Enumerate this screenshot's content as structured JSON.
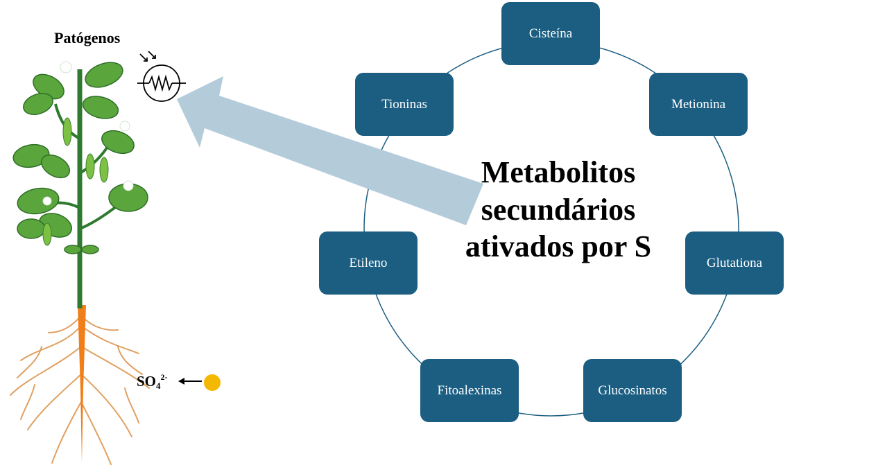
{
  "diagram": {
    "center_lines": [
      "Metabolitos",
      "secundários",
      "ativados por S"
    ],
    "nodes": [
      "Cisteína",
      "Metionina",
      "Glutationa",
      "Glucosinatos",
      "Fitoalexinas",
      "Etileno",
      "Tioninas"
    ],
    "pathogen_label": "Patógenos",
    "sulfate": {
      "base": "SO",
      "subscript": "4",
      "superscript": "2-"
    }
  },
  "colors": {
    "node_fill": "#1b5e82",
    "node_text": "#ffffff",
    "ring": "#1b5e82",
    "arrow": "#b4cbda",
    "sulfate_dot": "#f5b800",
    "leaf": "#5aa63c",
    "stem": "#2f7a2f",
    "root": "#e0a061",
    "taproot": "#f07f1a"
  },
  "icons": [
    "plant-icon",
    "pathogen-icon",
    "sulfate-dot-icon"
  ]
}
